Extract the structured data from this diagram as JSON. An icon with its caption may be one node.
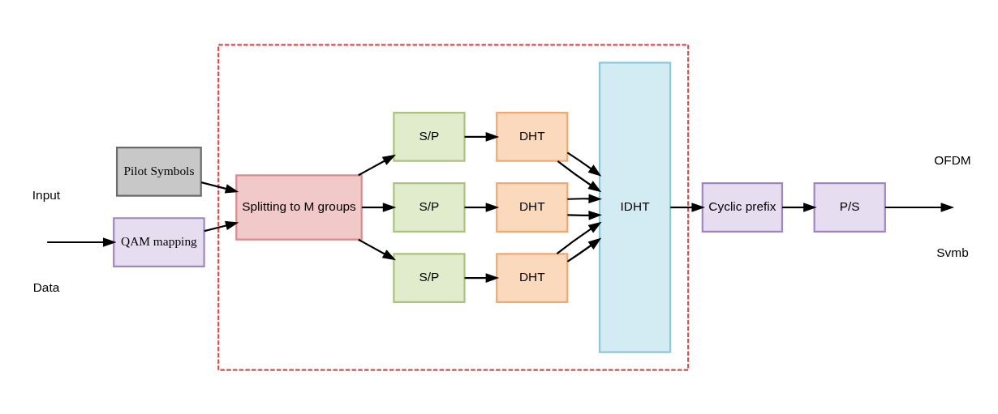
{
  "diagram": {
    "nodes": [
      {
        "text": [
          "QAM mapping"
        ]
      },
      {
        "text": [
          "Pilot Symbols"
        ]
      },
      {
        "text": [],
        "shape": "box"
      },
      {
        "text": [
          "Splitting to M groups"
        ],
        "in": 2
      },
      {
        "text": [
          "S/P"
        ],
        "in": 2
      },
      {
        "text": [
          "DHT"
        ],
        "in": 2
      },
      {
        "text": [
          "S/P"
        ],
        "in": 2
      },
      {
        "text": [
          "DHT"
        ],
        "in": 2
      },
      {
        "text": [
          "S/P"
        ],
        "in": 2
      },
      {
        "text": [
          "DHT"
        ],
        "in": 2
      },
      {
        "text": [
          "IDHT"
        ],
        "in": 2
      },
      {
        "text": [
          "Cyclic prefix"
        ]
      },
      {
        "text": [
          "P/S"
        ]
      }
    ],
    "edges": [
      {
        "from": null,
        "to": 0,
        "arrow": "to"
      },
      {
        "from": 0,
        "to": 3,
        "arrow": "to"
      },
      {
        "from": 1,
        "to": 3,
        "arrow": "to"
      },
      {
        "from": 3,
        "to": 4,
        "arrow": "to"
      },
      {
        "from": 3,
        "to": 6,
        "arrow": "to"
      },
      {
        "from": 3,
        "to": 8,
        "arrow": "to"
      },
      {
        "from": 4,
        "to": 5,
        "arrow": "to"
      },
      {
        "from": 6,
        "to": 7,
        "arrow": "to"
      },
      {
        "from": 8,
        "to": 9,
        "arrow": "to"
      },
      {
        "from": 5,
        "to": 10,
        "arrow": "to"
      },
      {
        "from": 5,
        "to": 10,
        "arrow": "to"
      },
      {
        "from": 7,
        "to": 10,
        "arrow": "to"
      },
      {
        "from": 7,
        "to": 10,
        "arrow": "to"
      },
      {
        "from": 9,
        "to": 10,
        "arrow": "to"
      },
      {
        "from": 9,
        "to": 10,
        "arrow": "to"
      },
      {
        "from": 10,
        "to": 11,
        "arrow": "to"
      },
      {
        "from": 11,
        "to": 12,
        "arrow": "to"
      },
      {
        "from": 12,
        "to": null,
        "arrow": "to"
      }
    ],
    "labels": [
      "Input",
      "Data",
      "OFDM",
      "Svmb"
    ]
  }
}
